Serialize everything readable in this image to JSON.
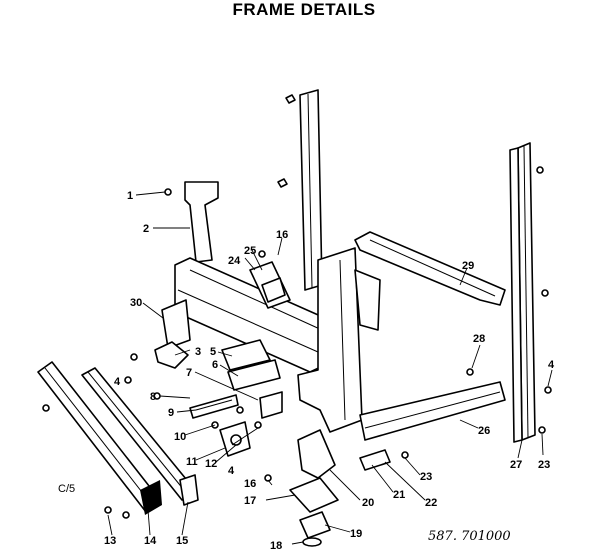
{
  "title": "FRAME DETAILS",
  "note": "C/5",
  "model_number": "587. 701000",
  "callouts": [
    "1",
    "2",
    "3",
    "4",
    "5",
    "6",
    "7",
    "8",
    "9",
    "10",
    "11",
    "12",
    "13",
    "14",
    "15",
    "16",
    "17",
    "18",
    "19",
    "20",
    "21",
    "22",
    "23",
    "24",
    "25",
    "26",
    "27",
    "28",
    "29",
    "30"
  ],
  "duplicate_callouts": [
    "4",
    "4",
    "16",
    "23"
  ]
}
